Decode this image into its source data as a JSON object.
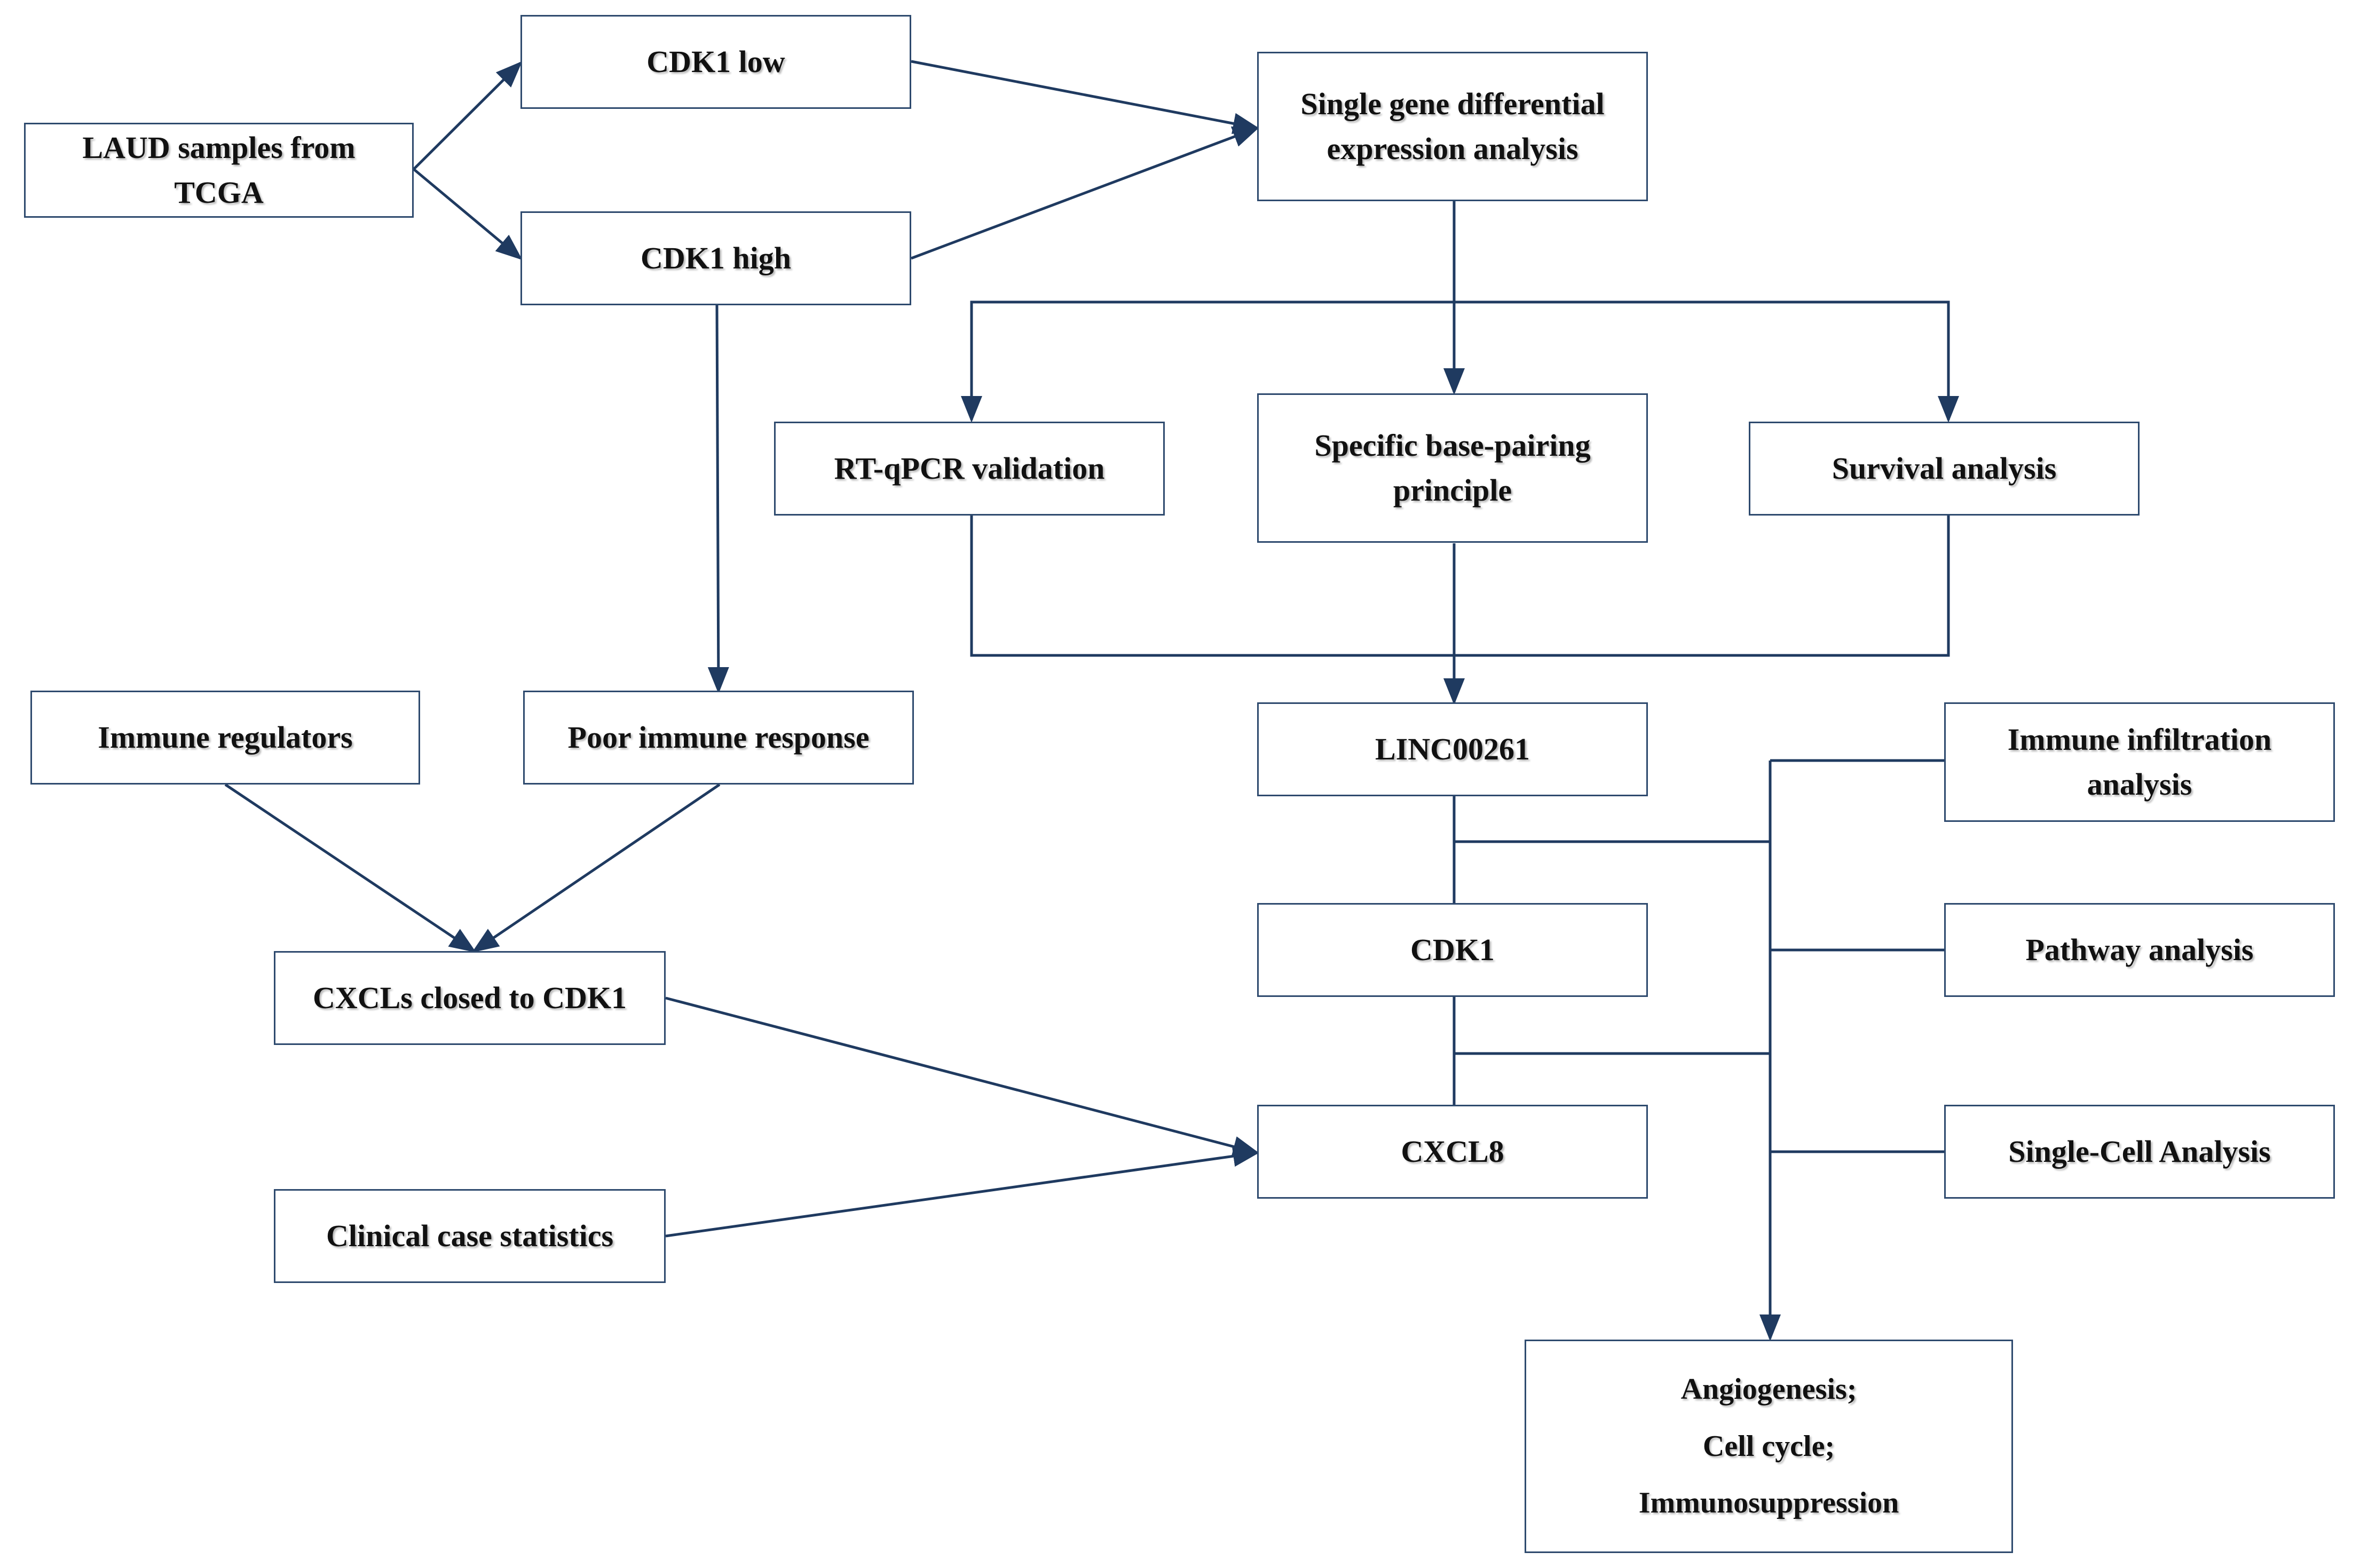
{
  "nodes": {
    "laud_samples": [
      "LAUD samples from",
      "TCGA"
    ],
    "cdk1_low": "CDK1 low",
    "cdk1_high": "CDK1 high",
    "single_gene": [
      "Single gene differential",
      "expression analysis"
    ],
    "rtqpcr": "RT-qPCR validation",
    "base_pairing": [
      "Specific base-pairing",
      "principle"
    ],
    "survival": "Survival analysis",
    "immune_regulators": "Immune regulators",
    "poor_immune": "Poor immune response",
    "linc": "LINC00261",
    "immune_infiltration": [
      "Immune infiltration",
      "analysis"
    ],
    "cdk1": "CDK1",
    "pathway": "Pathway analysis",
    "cxcls": "CXCLs closed to CDK1",
    "cxcl8": "CXCL8",
    "single_cell": "Single-Cell Analysis",
    "clinical": "Clinical case statistics",
    "outcomes": [
      "Angiogenesis;",
      "Cell cycle;",
      "Immunosuppression"
    ]
  },
  "colors": {
    "connector": "#1f3a60",
    "box_border": "#2e4a6e",
    "text": "#111111"
  }
}
